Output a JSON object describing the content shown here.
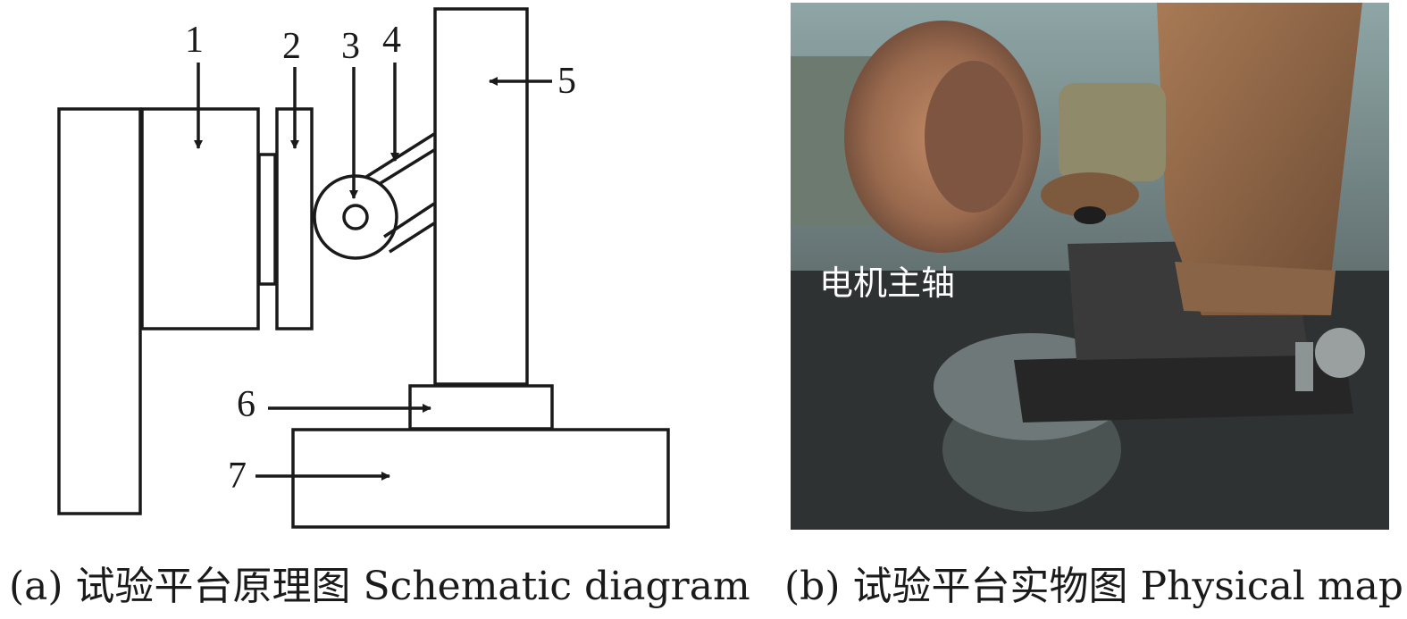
{
  "schematic": {
    "labels": [
      "1",
      "2",
      "3",
      "4",
      "5",
      "6",
      "7"
    ]
  },
  "photo": {
    "label": "电机主轴"
  },
  "captions": {
    "a": "(a) 试验平台原理图 Schematic diagram",
    "b": "(b) 试验平台实物图 Physical map"
  },
  "colors": {
    "line": "#1a1a1a",
    "background": "#ffffff"
  }
}
